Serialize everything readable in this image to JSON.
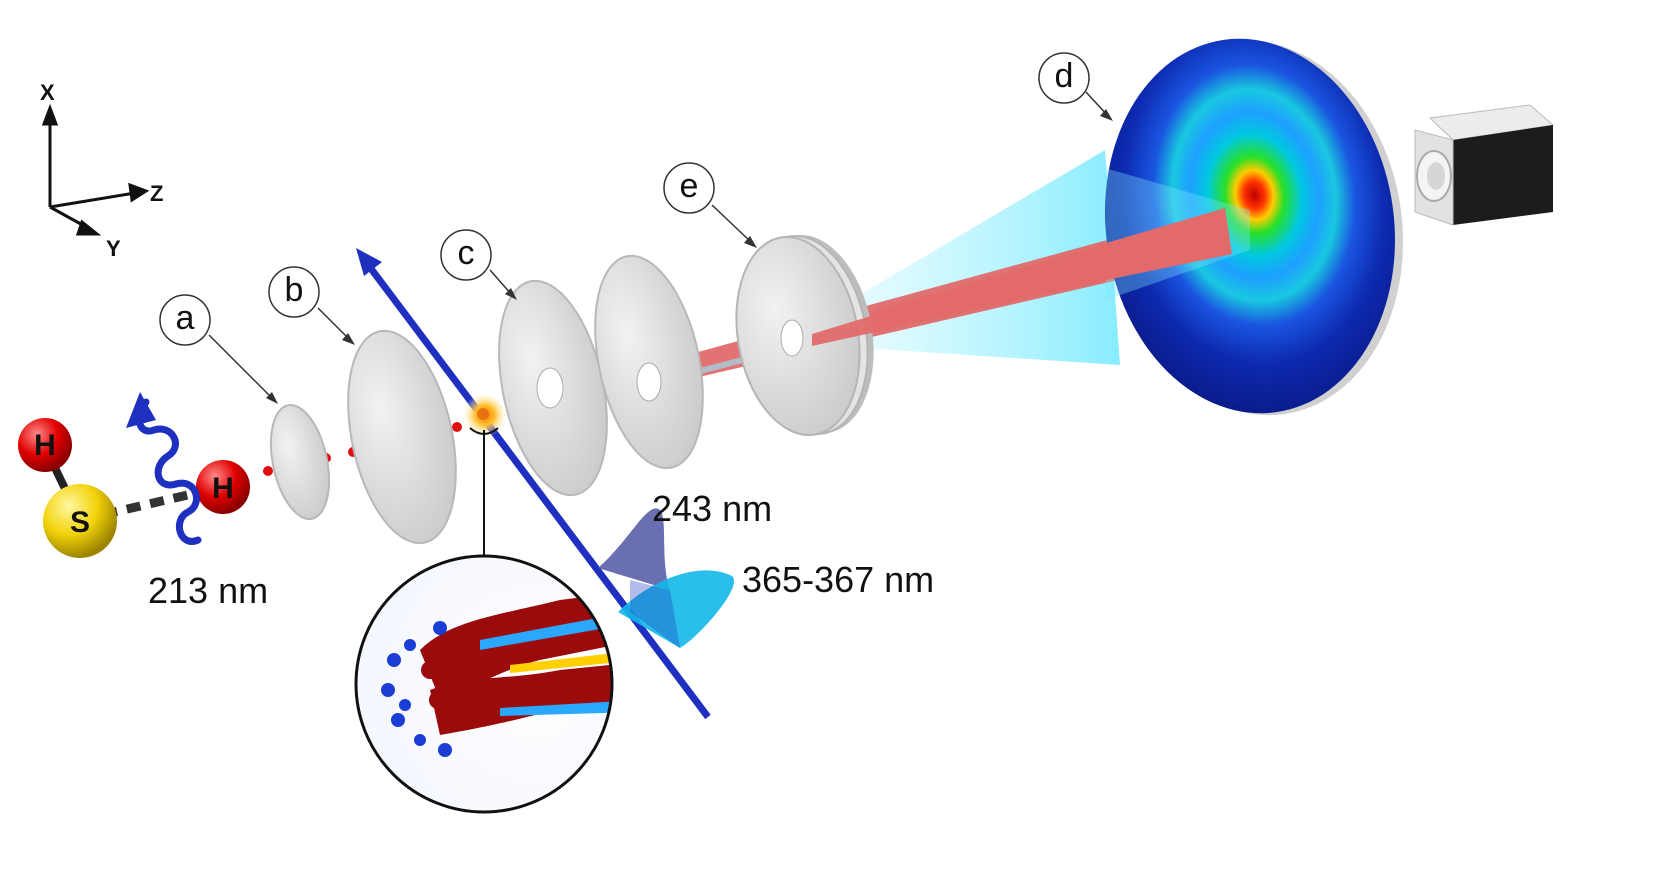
{
  "axes": {
    "x_label": "X",
    "y_label": "Y",
    "z_label": "Z"
  },
  "molecule": {
    "atom_h1": "H",
    "atom_h2": "H",
    "atom_s": "S"
  },
  "callouts": {
    "a": "a",
    "b": "b",
    "c": "c",
    "d": "d",
    "e": "e"
  },
  "wavelengths": {
    "photolysis": "213 nm",
    "probe_1": "243 nm",
    "probe_2": "365-367 nm"
  },
  "colors": {
    "photolysis_beam": "#1f2fbf",
    "probe_beam": "#1f2fbf",
    "electron_beam": "#e57373",
    "photon_cone": "#7fe8ff",
    "pulse_243": "#5a5fa8",
    "pulse_365": "#12b8e8",
    "plate": "#d9d9d9",
    "detector_dark": "#0a1d8f"
  }
}
